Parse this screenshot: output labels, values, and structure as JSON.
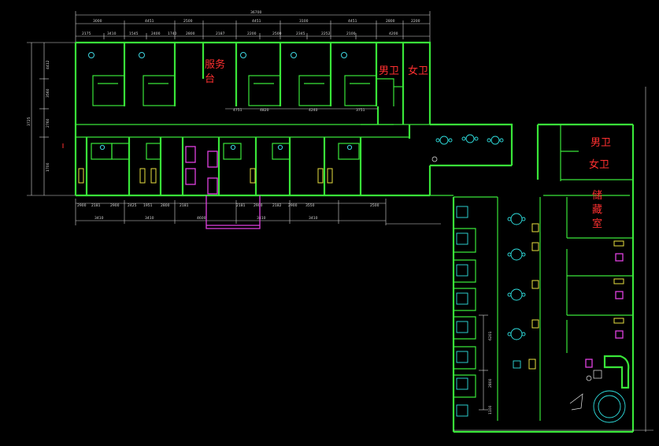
{
  "plan": {
    "labels": {
      "service_desk_line1": "服务",
      "service_desk_line2": "台",
      "mens_toilet_top": "男卫",
      "womens_toilet_top": "女卫",
      "mens_toilet_right": "男卫",
      "womens_toilet_right": "女卫",
      "storage_line1": "储",
      "storage_line2": "藏",
      "storage_line3": "室"
    },
    "dimensions": {
      "overall_width": "36700",
      "top_row": [
        "3000",
        "4451",
        "2500",
        "4451",
        "3100",
        "4451",
        "2800",
        "2200"
      ],
      "top_subrow": [
        "2175",
        "3410",
        "1545",
        "2400",
        "1740",
        "2800",
        "2187",
        "2200",
        "2500",
        "2345",
        "2252",
        "2100",
        "4200"
      ],
      "mid_row": [
        "4751",
        "4820",
        "4240",
        "3751"
      ],
      "bottom_subrow": [
        "2900",
        "2181",
        "2900",
        "2425",
        "1951",
        "2800",
        "2181",
        "2181",
        "2900",
        "2182",
        "2900",
        "3550",
        "2500"
      ],
      "bottom_row": [
        "3410",
        "3410",
        "4600",
        "3410",
        "3410"
      ],
      "left_side": [
        "4412",
        "3560",
        "3725",
        "2760",
        "1700"
      ],
      "right_side": [
        "6201",
        "2800",
        "1100"
      ]
    },
    "colors": {
      "walls": "#39e639",
      "dimension_lines": "#d8d8d8",
      "room_labels": "#ff3030",
      "fixtures": "#e8e8e8",
      "accent_magenta": "#e040e0",
      "accent_cyan": "#3fd5e0",
      "accent_yellow": "#e8e040"
    }
  }
}
